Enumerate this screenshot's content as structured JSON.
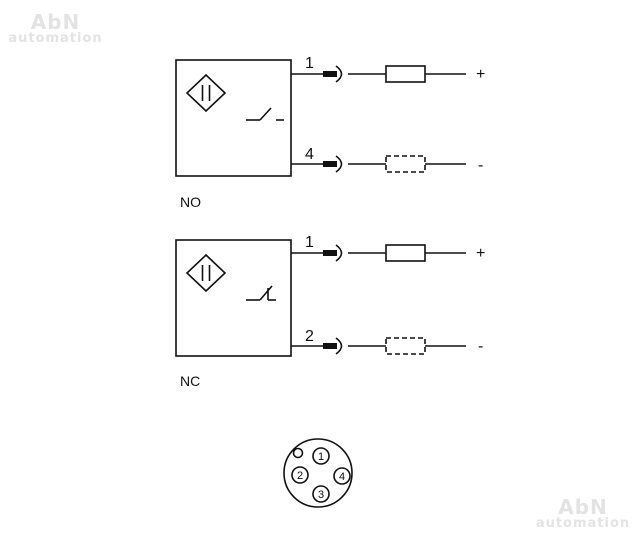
{
  "watermark": {
    "brand": "AbN",
    "sub": "automation"
  },
  "diagram_no": {
    "label": "NO",
    "pin_top": "1",
    "pin_bottom": "4",
    "sign_top": "+",
    "sign_bottom": "-"
  },
  "diagram_nc": {
    "label": "NC",
    "pin_top": "1",
    "pin_bottom": "2",
    "sign_top": "+",
    "sign_bottom": "-"
  },
  "connector": {
    "pins": [
      "1",
      "2",
      "3",
      "4"
    ]
  },
  "colors": {
    "line": "#111111",
    "watermark": "#e3e3e3"
  }
}
